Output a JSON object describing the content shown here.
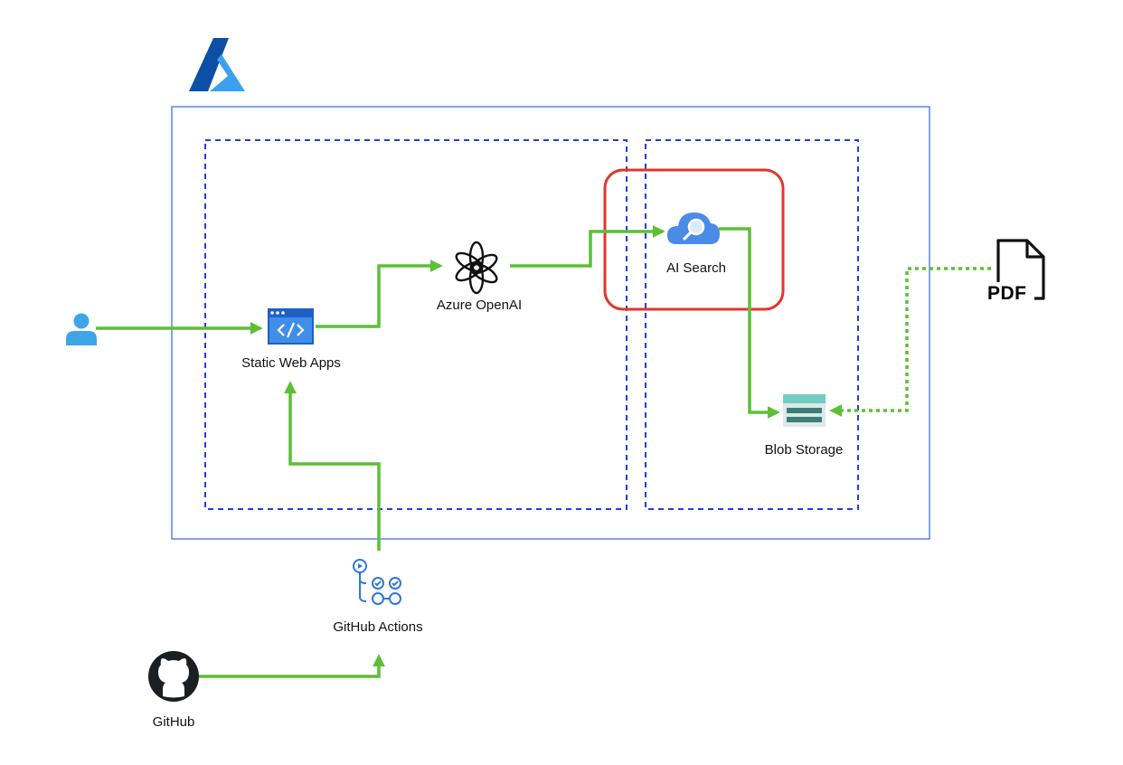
{
  "colors": {
    "connector": "#5cbf35",
    "outer_border": "#3f6fe0",
    "group_border": "#1f3de6",
    "highlight": "#e0362c",
    "azure_dark": "#0f4fb0",
    "azure_light": "#3fa4f0",
    "user": "#3ea6e8",
    "swa_frame": "#1e60c8",
    "search_cloud": "#4a8be8",
    "storage_top": "#72cdbe",
    "storage_bar": "#3b7f77",
    "github": "#1b1f23",
    "actions": "#2f78d6"
  },
  "icons": {
    "logo": "azure-logo",
    "user": "user-icon",
    "swa": "static-web-apps-icon",
    "openai": "openai-icon",
    "search": "ai-search-icon",
    "storage": "blob-storage-icon",
    "pdf": "pdf-file-icon",
    "github": "github-icon",
    "actions": "github-actions-icon"
  },
  "nodes": {
    "static_web_apps": {
      "label": "Static Web Apps"
    },
    "azure_openai": {
      "label": "Azure OpenAI"
    },
    "ai_search": {
      "label": "AI Search"
    },
    "blob_storage": {
      "label": "Blob Storage"
    },
    "github_actions": {
      "label": "GitHub Actions"
    },
    "github": {
      "label": "GitHub"
    },
    "pdf": {
      "label": "PDF"
    }
  }
}
